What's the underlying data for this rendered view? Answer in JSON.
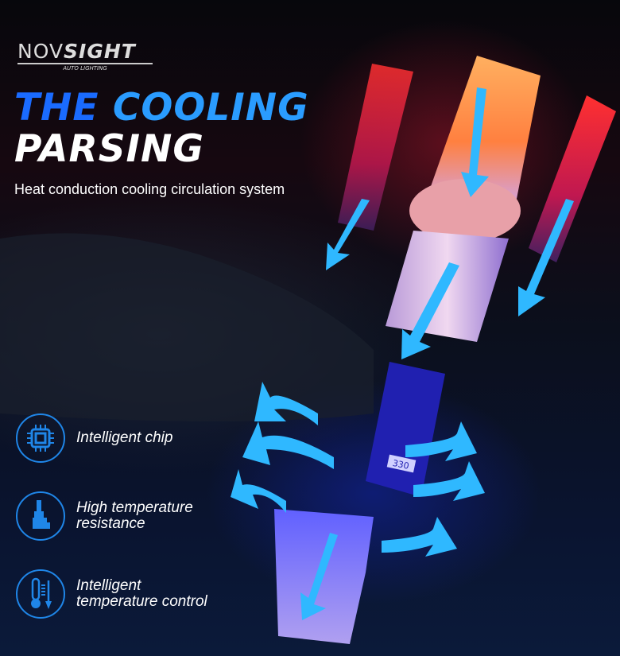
{
  "logo": {
    "brand_light": "NOV",
    "brand_bold": "SIGHT",
    "tagline": "AUTO LIGHTING"
  },
  "headline": {
    "line1_word1": "THE",
    "line1_word2": "COOLING",
    "line2": "PARSING"
  },
  "subtitle": "Heat conduction cooling circulation system",
  "chip_label": "330",
  "features": [
    {
      "icon": "chip-icon",
      "line1": "Intelligent chip",
      "line2": ""
    },
    {
      "icon": "bulb-socket-icon",
      "line1": "High temperature",
      "line2": "resistance"
    },
    {
      "icon": "thermometer-icon",
      "line1": "Intelligent",
      "line2": "temperature control"
    }
  ],
  "colors": {
    "accent": "#1a6bff",
    "accent_light": "#2a9cff",
    "icon": "#1f86e8",
    "arrow": "#2fb8ff"
  }
}
